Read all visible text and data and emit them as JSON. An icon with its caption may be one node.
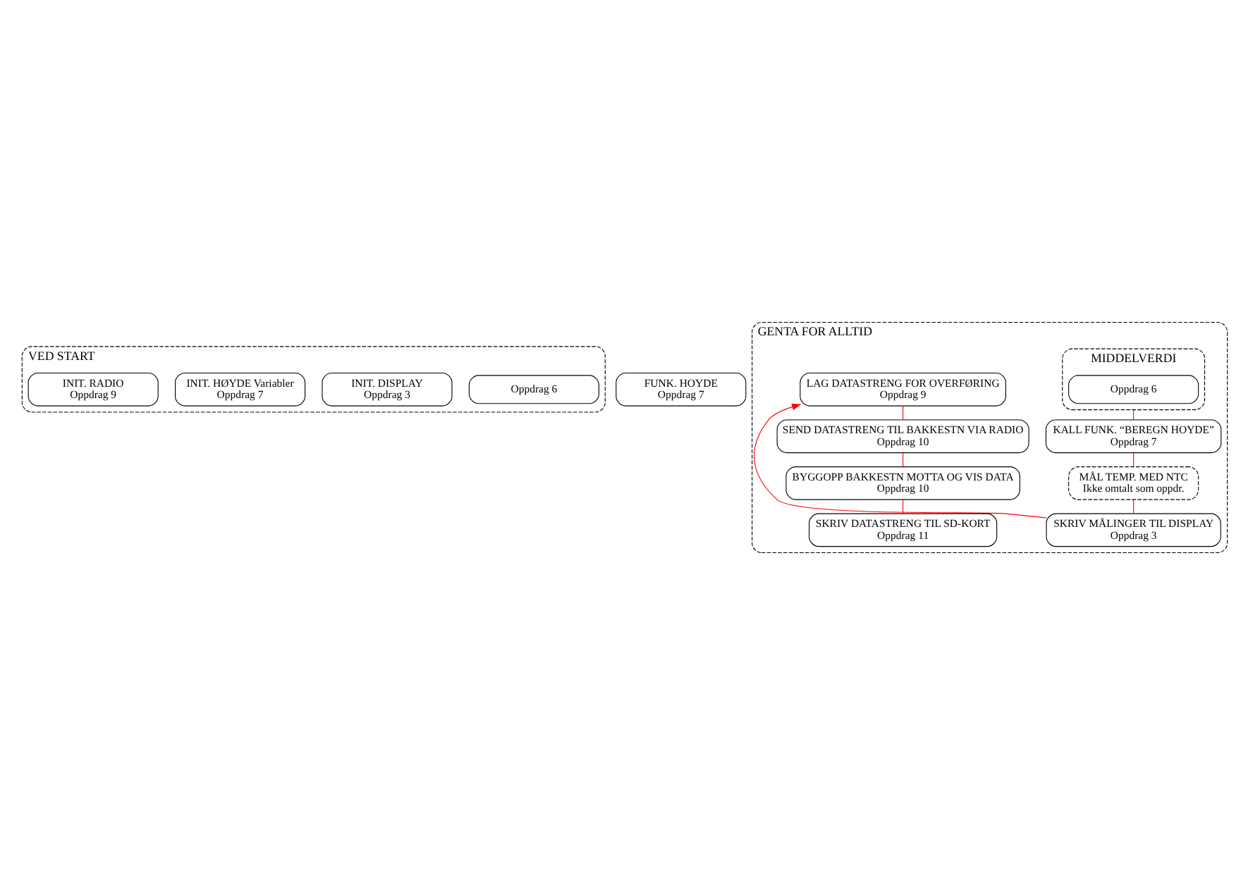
{
  "diagram": {
    "nodes": [
      {
        "text": [
          "VED START"
        ]
      },
      {
        "text": [
          "Oppdrag 6"
        ],
        "in": 0
      },
      {
        "text": [
          "INIT. DISPLAY",
          "Oppdrag 3"
        ],
        "in": 0
      },
      {
        "text": [
          "INIT. HØYDE Variabler",
          "Oppdrag 7"
        ],
        "in": 0
      },
      {
        "text": [
          "INIT. RADIO",
          "Oppdrag 9"
        ],
        "in": 0
      },
      {
        "text": [
          "FUNK. HOYDE",
          "Oppdrag 7"
        ]
      },
      {
        "text": [
          "GENTA FOR ALLTID"
        ]
      },
      {
        "text": [
          "MIDDELVERDI"
        ],
        "in": 6
      },
      {
        "text": [
          "Oppdrag 6"
        ],
        "in": 7
      },
      {
        "text": [
          "KALL FUNK. “BEREGN HOYDE”",
          "Oppdrag 7"
        ],
        "in": 6
      },
      {
        "text": [
          "MÅL TEMP. MED NTC",
          "Ikke omtalt som oppdr."
        ],
        "in": 6
      },
      {
        "text": [
          "SKRIV MÅLINGER TIL DISPLAY",
          "Oppdrag 3"
        ],
        "in": 6
      },
      {
        "text": [
          "LAG DATASTRENG FOR OVERFØRING",
          "Oppdrag 9"
        ],
        "in": 6
      },
      {
        "text": [
          "SEND DATASTRENG TIL BAKKESTN VIA RADIO",
          "Oppdrag 10"
        ],
        "in": 6
      },
      {
        "text": [
          "BYGGOPP BAKKESTN MOTTA OG VIS DATA",
          "Oppdrag 10"
        ],
        "in": 6
      },
      {
        "text": [
          "SKRIV DATASTRENG TIL SD-KORT",
          "Oppdrag 11"
        ],
        "in": 6
      }
    ],
    "edges": [
      {
        "from": 7,
        "to": 9,
        "arrow": "none"
      },
      {
        "from": 9,
        "to": 10,
        "arrow": "none"
      },
      {
        "from": 10,
        "to": 11,
        "arrow": "none"
      },
      {
        "from": 11,
        "to": 12,
        "arrow": "to"
      },
      {
        "from": 12,
        "to": 13,
        "arrow": "none"
      },
      {
        "from": 13,
        "to": 14,
        "arrow": "none"
      },
      {
        "from": 14,
        "to": 15,
        "arrow": "none"
      }
    ]
  }
}
